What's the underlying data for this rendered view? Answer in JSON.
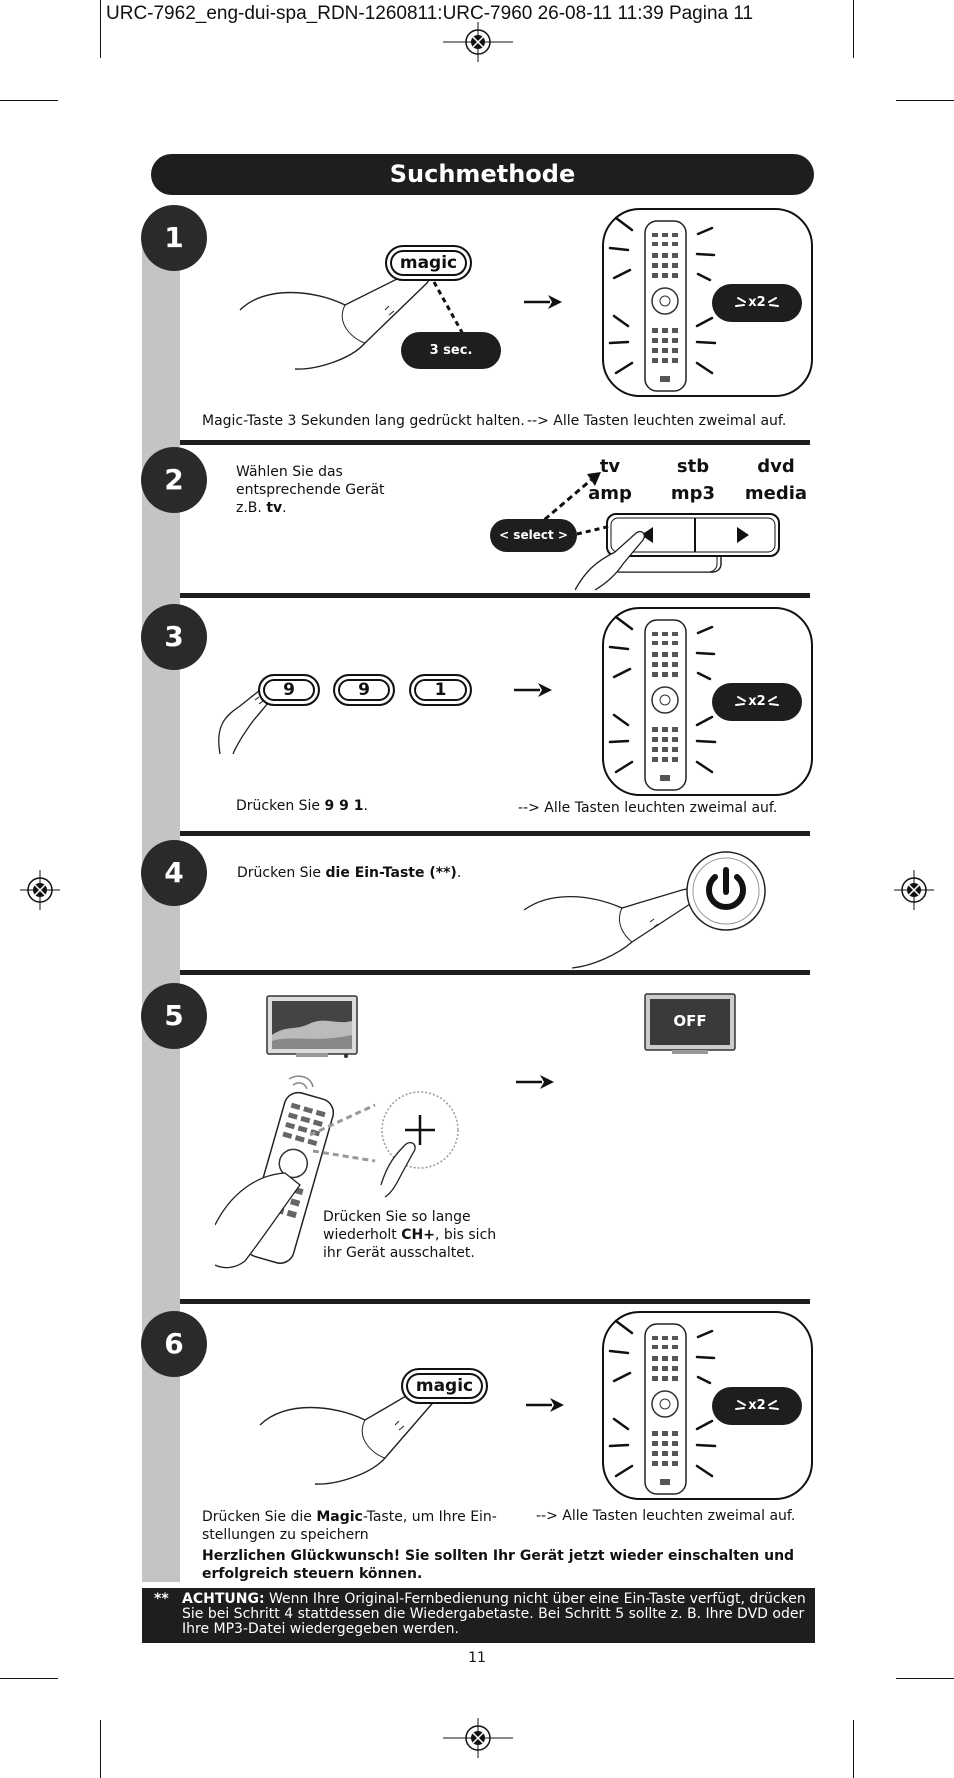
{
  "header": {
    "line": "URC-7962_eng-dui-spa_RDN-1260811:URC-7960  26-08-11  11:39  Pagina 11"
  },
  "title": "Suchmethode",
  "steps": [
    {
      "number": "1",
      "button": "magic",
      "badge": "3 sec.",
      "times": "x2",
      "text_left": "Magic-Taste 3 Sekunden lang gedrückt halten.",
      "text_right": "--> Alle Tasten leuchten zweimal auf."
    },
    {
      "number": "2",
      "text_lines": [
        "Wählen Sie das",
        "entsprechende Gerät",
        "z.B. "
      ],
      "text_bold": "tv",
      "text_end": ".",
      "devices_top": [
        "tv",
        "stb",
        "dvd"
      ],
      "devices_bottom": [
        "amp",
        "mp3",
        "media"
      ],
      "select_label": "< select >"
    },
    {
      "number": "3",
      "keys": [
        "9",
        "9",
        "1"
      ],
      "times": "x2",
      "text_prefix": "Drücken Sie ",
      "text_bold": "9 9 1",
      "text_suffix": ".",
      "text_right": "--> Alle Tasten leuchten zweimal auf."
    },
    {
      "number": "4",
      "text_prefix": "Drücken Sie ",
      "text_bold": "die Ein-Taste (**)",
      "text_suffix": "."
    },
    {
      "number": "5",
      "tv_off_label": "OFF",
      "text_line1": "Drücken Sie so lange",
      "text_line2_prefix": "wiederholt ",
      "text_line2_bold": "CH+",
      "text_line2_suffix": ", bis sich",
      "text_line3": "ihr Gerät ausschaltet."
    },
    {
      "number": "6",
      "button": "magic",
      "times": "x2",
      "text_prefix": "Drücken Sie die ",
      "text_bold": "Magic",
      "text_suffix": "-Taste, um Ihre Ein-",
      "text_line2": "stellungen zu speichern",
      "text_right": "--> Alle Tasten leuchten zweimal auf.",
      "congrats_line1": "Herzlichen Glückwunsch! Sie sollten Ihr Gerät jetzt wieder einschalten und",
      "congrats_line2": "erfolgreich steuern können."
    }
  ],
  "warning": {
    "stars": "**",
    "label": "ACHTUNG:",
    "text": " Wenn Ihre Original-Fernbedienung nicht über eine Ein-Taste verfügt, drücken Sie bei Schritt 4 stattdessen die Wiedergabetaste. Bei Schritt 5 sollte z. B. Ihre DVD oder Ihre MP3-Datei wiedergegeben werden."
  },
  "page_number": "11"
}
